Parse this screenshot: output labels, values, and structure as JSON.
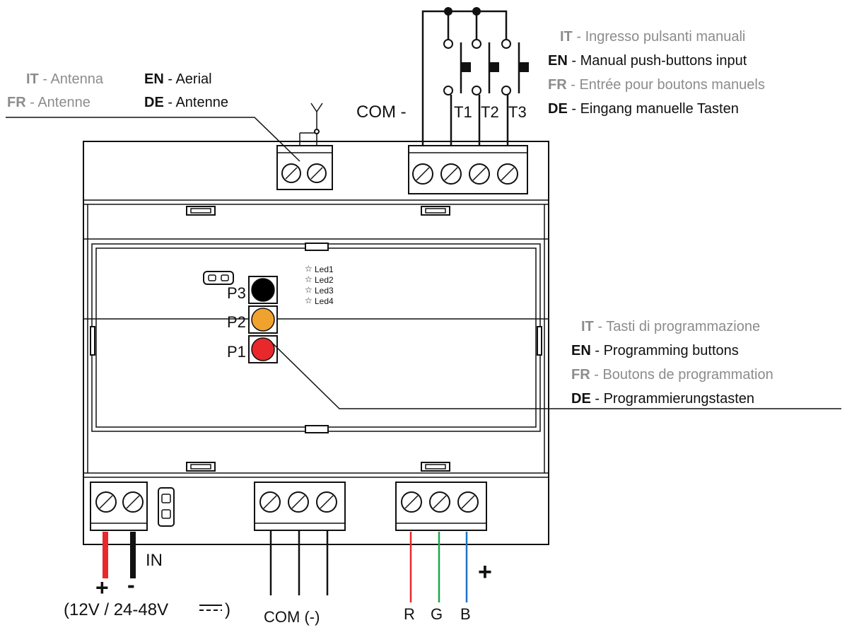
{
  "antenna_label": {
    "it": {
      "code": "IT",
      "sep": " - ",
      "text": "Antenna"
    },
    "en": {
      "code": "EN",
      "sep": " - ",
      "text": "Aerial"
    },
    "fr": {
      "code": "FR",
      "sep": " - ",
      "text": "Antenne"
    },
    "de": {
      "code": "DE",
      "sep": " - ",
      "text": "Antenne"
    }
  },
  "buttons_input_label": {
    "it": {
      "code": "IT",
      "sep": " - ",
      "text": "Ingresso pulsanti manuali"
    },
    "en": {
      "code": "EN",
      "sep": " - ",
      "text": "Manual push-buttons input"
    },
    "fr": {
      "code": "FR",
      "sep": " - ",
      "text": "Entrée pour boutons manuels"
    },
    "de": {
      "code": "DE",
      "sep": " - ",
      "text": "Eingang manuelle Tasten"
    }
  },
  "programming_label": {
    "it": {
      "code": "IT",
      "sep": " - ",
      "text": "Tasti di programmazione"
    },
    "en": {
      "code": "EN",
      "sep": " - ",
      "text": "Programming buttons"
    },
    "fr": {
      "code": "FR",
      "sep": " - ",
      "text": "Boutons de programmation"
    },
    "de": {
      "code": "DE",
      "sep": " - ",
      "text": "Programmierungstasten"
    }
  },
  "top_terminals": {
    "com": "COM -",
    "inputs": [
      "T1",
      "T2",
      "T3"
    ]
  },
  "leds": [
    "Led1",
    "Led2",
    "Led3",
    "Led4"
  ],
  "led_symbol": "☆",
  "buttons": [
    {
      "label": "P3",
      "color": "#000000"
    },
    {
      "label": "P2",
      "color": "#f0a22e"
    },
    {
      "label": "P1",
      "color": "#e8282b"
    }
  ],
  "power": {
    "in_label": "IN",
    "plus": "+",
    "minus": "-",
    "voltage": "(12V / 24-48V",
    "dc_symbol": "⎓",
    "close": ")",
    "wire_colors": {
      "positive": "#e8282b",
      "negative": "#111111"
    }
  },
  "com_out_label": "COM (-)",
  "rgb": {
    "channels": [
      {
        "label": "R",
        "color": "#e8282b"
      },
      {
        "label": "G",
        "color": "#1fa64a"
      },
      {
        "label": "B",
        "color": "#1f73c2"
      }
    ],
    "plus": "+"
  },
  "colors": {
    "label_gray": "#8c8c8c",
    "label_black": "#111111"
  }
}
